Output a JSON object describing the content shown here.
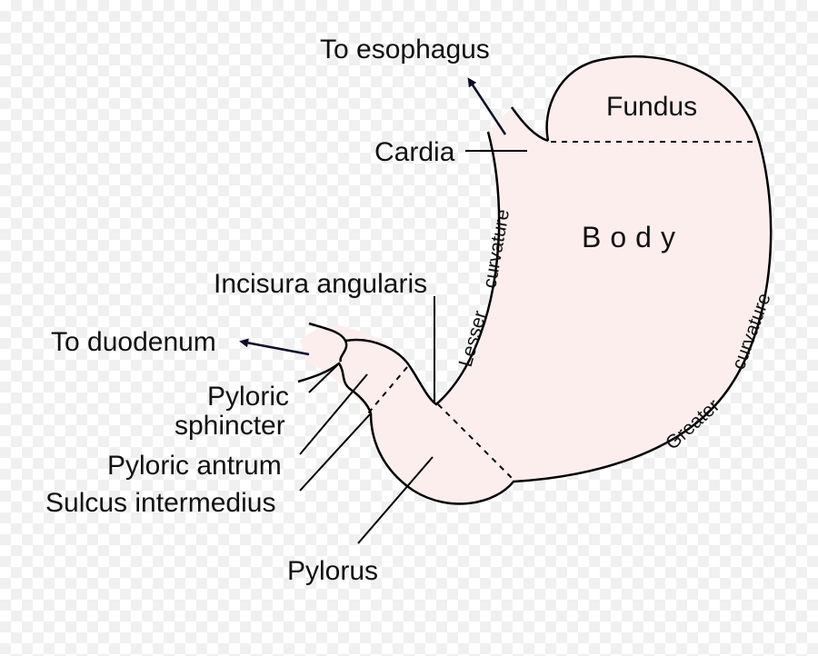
{
  "colors": {
    "organ_fill": "#fdeeee",
    "outline": "#000000",
    "arrow": "#0b0b2a"
  },
  "labels": {
    "to_esophagus": "To esophagus",
    "fundus": "Fundus",
    "cardia": "Cardia",
    "body": "Body",
    "lesser": "Lesser",
    "lesser_curvature": "curvature",
    "incisura": "Incisura angularis",
    "to_duodenum": "To duodenum",
    "pyloric_sphincter_1": "Pyloric",
    "pyloric_sphincter_2": "sphincter",
    "pyloric_antrum": "Pyloric antrum",
    "sulcus": "Sulcus intermedius",
    "pylorus": "Pylorus",
    "greater": "Greater",
    "greater_curvature": "curvature"
  }
}
